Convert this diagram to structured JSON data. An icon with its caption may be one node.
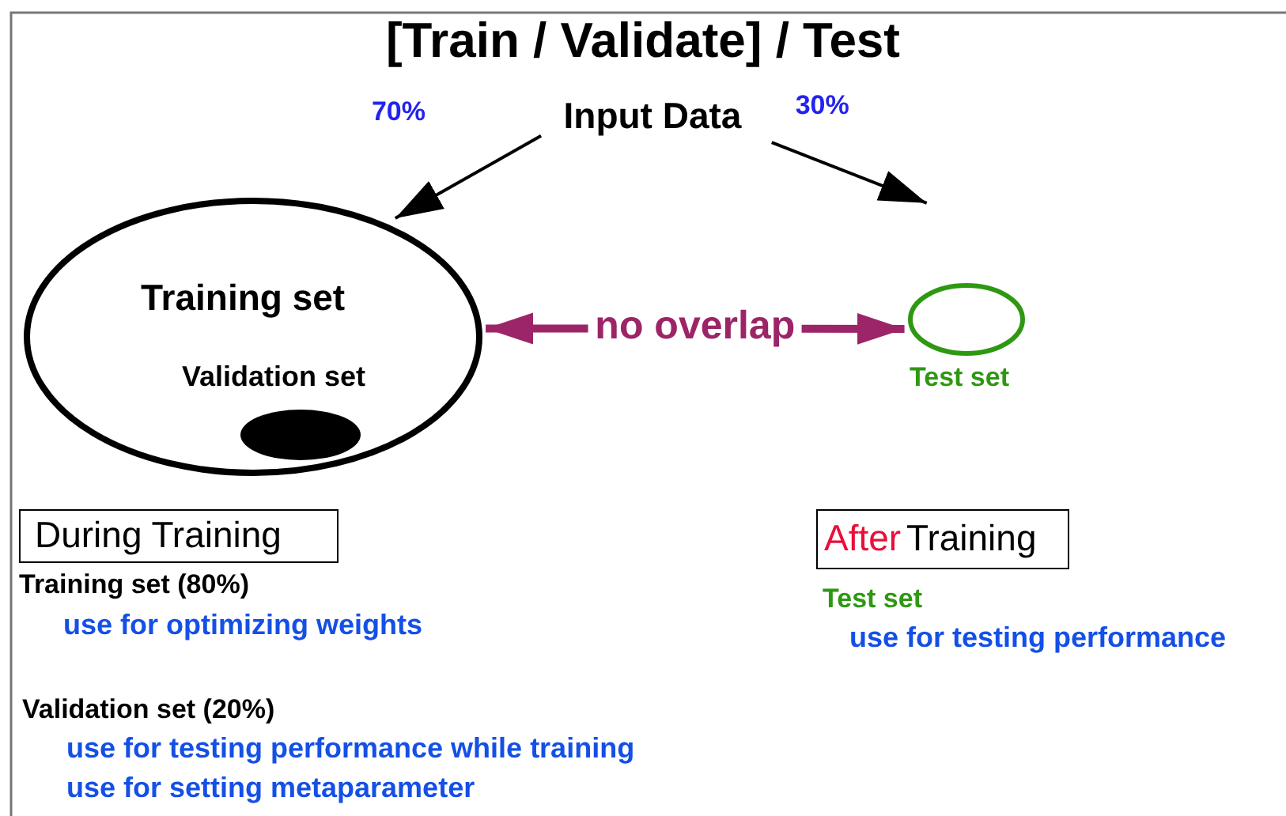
{
  "diagram": {
    "title": "[Train / Validate] / Test",
    "nodes": [
      {
        "text": [
          "Input Data"
        ]
      },
      {
        "text": [
          "Training set"
        ]
      },
      {
        "text": [],
        "shape": "circle",
        "in": 1,
        "beside": [
          "Validation set"
        ]
      },
      {
        "text": [],
        "shape": "circle",
        "beside": [
          "Test set"
        ]
      },
      {
        "text": [
          "During Training"
        ]
      },
      {
        "text": [
          "After",
          "Training"
        ]
      }
    ],
    "edges": [
      {
        "from": 0,
        "to": 1,
        "arrow": "to",
        "label": "70%"
      },
      {
        "from": 0,
        "to": 3,
        "arrow": "to",
        "label": "30%"
      },
      {
        "from": 1,
        "to": 3,
        "arrow": "both",
        "label": "no overlap",
        "style": "thick",
        "color": "#9c2567"
      }
    ],
    "labels": [
      "Training set (80%)",
      "use for optimizing weights",
      "Test set",
      "use for testing performance",
      "Validation set (20%)",
      "use for testing performance while training",
      "use for setting metaparameter"
    ]
  }
}
